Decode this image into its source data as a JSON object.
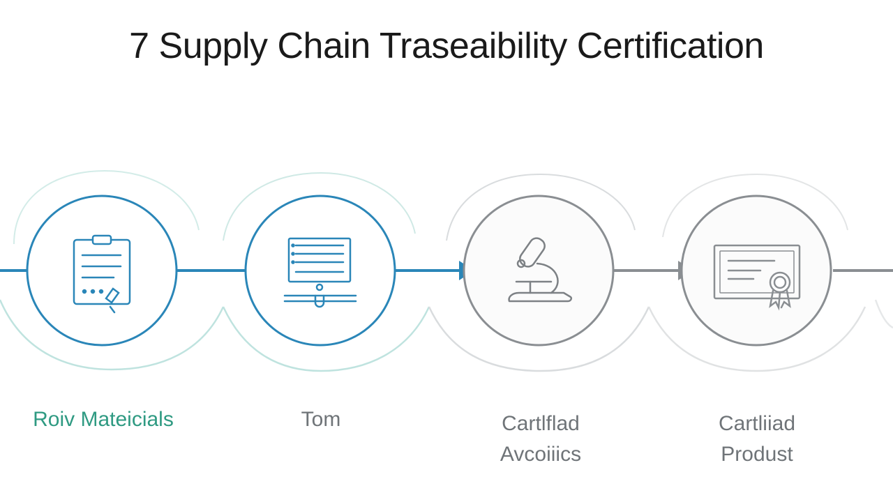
{
  "title": "7 Supply Chain Traseaibility Certification",
  "colors": {
    "accent_blue": "#2a86b8",
    "accent_teal": "#2f9a82",
    "ring_teal": "#bfe3df",
    "ring_gray": "#d9dcde",
    "neutral_gray": "#8a8e92",
    "label_gray": "#6f7478"
  },
  "steps": [
    {
      "icon": "clipboard-checklist-icon",
      "label_lines": [
        "Roiv Mateicials"
      ],
      "accent": "blue"
    },
    {
      "icon": "document-list-icon",
      "label_lines": [
        "Tom"
      ],
      "accent": "blue"
    },
    {
      "icon": "microscope-icon",
      "label_lines": [
        "Cartlflad",
        "Avcoiiics"
      ],
      "accent": "gray"
    },
    {
      "icon": "certificate-seal-icon",
      "label_lines": [
        "Cartliiad",
        "Produst"
      ],
      "accent": "gray"
    }
  ]
}
